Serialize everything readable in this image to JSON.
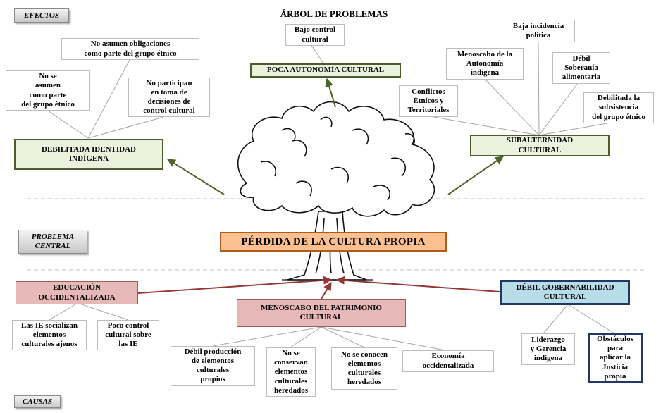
{
  "title": "ÁRBOL DE PROBLEMAS",
  "section_labels": {
    "efectos": "EFECTOS",
    "problema_central": "PROBLEMA\nCENTRAL",
    "causas": "CAUSAS"
  },
  "central_problem": "PÉRDIDA DE LA CULTURA PROPIA",
  "effects": {
    "identidad": {
      "label": "DEBILITADA IDENTIDAD\nINDÍGENA",
      "sub": [
        "No se\nasumen\ncomo parte\ndel grupo étnico",
        "No asumen obligaciones\ncomo  parte del grupo étnico",
        "No participan\nen toma de\ndecisiones de\ncontrol cultural"
      ]
    },
    "autonomia": {
      "label": "POCA AUTONOMÍA  CULTURAL",
      "sub": [
        "Bajo control\ncultural"
      ]
    },
    "subalternidad": {
      "label": "SUBALTERNIDAD\nCULTURAL",
      "sub": [
        "Conflictos\nÉtnicos y\nTerritoriales",
        "Menoscabo de la\nAutonomía\nindígena",
        "Baja incidencia\npolítica",
        "Débil\nSoberanía\nalimentaria",
        "Debilitada la\nsubsistencia\ndel grupo étnico"
      ]
    }
  },
  "causes": {
    "educacion": {
      "label": "EDUCACIÓN\nOCCIDENTALIZADA",
      "sub": [
        "Las IE socializan\nelementos\nculturales  ajenos",
        "Poco control\ncultural sobre\nlas IE"
      ]
    },
    "patrimonio": {
      "label": "MENOSCABO DEL PATRIMONIO\nCULTURAL",
      "sub": [
        "Débil producción\nde elementos\nculturales\npropios",
        "No se\nconservan\nelementos\nculturales\nheredados",
        "No se conocen\nelementos\nculturales\nheredados",
        "Economía\noccidentalizada"
      ]
    },
    "gobernabilidad": {
      "label": "DÉBIL GOBERNABILIDAD\nCULTURAL",
      "sub": [
        "Liderazgo\ny Gerencia\nindígena",
        "Obstáculos\npara\naplicar la\nJusticia\npropia"
      ]
    }
  },
  "colors": {
    "effect_arrow": "#4f6228",
    "cause_arrow": "#953735",
    "thin_line": "#a6a6a6",
    "dashed_divider": "#bfbfbf"
  }
}
